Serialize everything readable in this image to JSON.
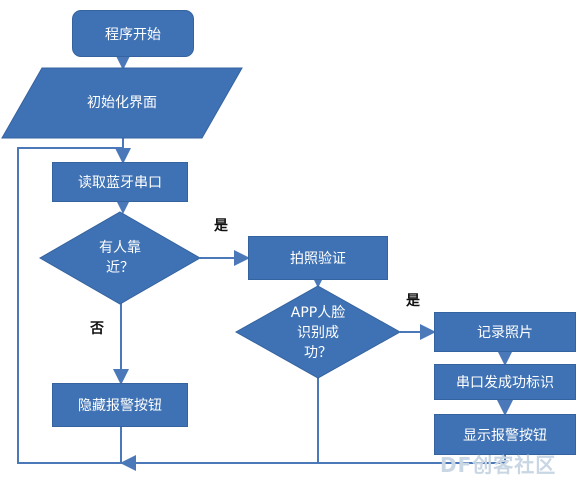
{
  "colors": {
    "node_fill": "#3f72b4",
    "node_border": "#35639f",
    "connector": "#4a78b8",
    "background": "#ffffff",
    "watermark": "#c9d6e4"
  },
  "nodes": {
    "start": "程序开始",
    "init": "初始化界面",
    "read_bt": "读取蓝牙串口",
    "decision_near": "有人靠\n近？",
    "photo_verify": "拍照验证",
    "decision_face": "APP人脸\n识别成\n功？",
    "record_photo": "记录照片",
    "hide_button": "隐藏报警按钮",
    "serial_success": "串口发成功标识",
    "show_button": "显示报警按钮"
  },
  "edge_labels": {
    "yes_near": "是",
    "no_near": "否",
    "yes_face": "是"
  },
  "watermark": "DF创客社区"
}
